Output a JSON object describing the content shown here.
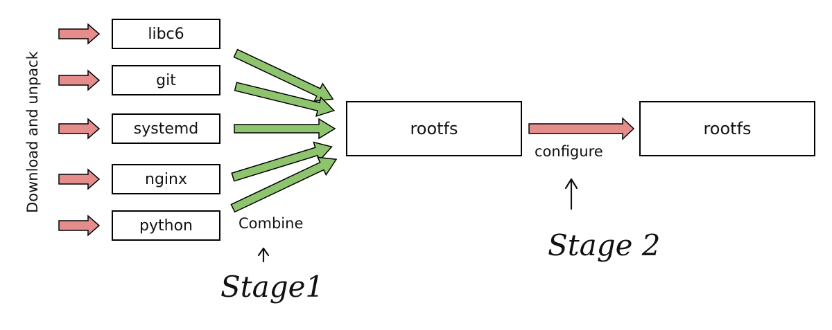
{
  "side_label": "Download and unpack",
  "packages": [
    {
      "label": "libc6"
    },
    {
      "label": "git"
    },
    {
      "label": "systemd"
    },
    {
      "label": "nginx"
    },
    {
      "label": "python"
    }
  ],
  "combine_label": "Combine",
  "rootfs_left": "rootfs",
  "configure_label": "configure",
  "rootfs_right": "rootfs",
  "handwritten": {
    "stage1": "Stage1",
    "stage2": "Stage 2"
  },
  "colors": {
    "red_arrow": "#e58c8c",
    "green_arrow": "#8fc46f",
    "outline": "#000000"
  }
}
